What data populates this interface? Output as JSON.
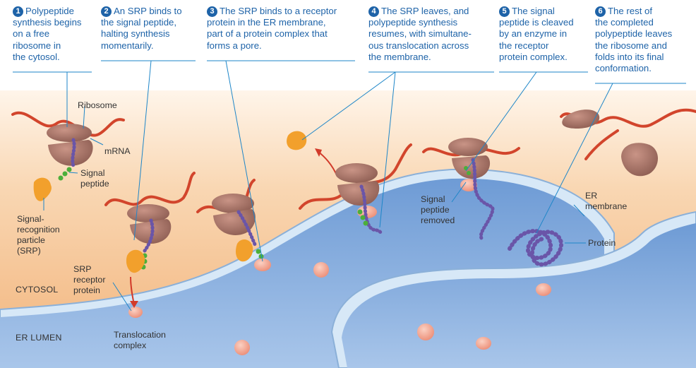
{
  "steps": [
    {
      "num": "1",
      "text": "Polypeptide\nsynthesis begins\non a free\nribosome in\nthe cytosol."
    },
    {
      "num": "2",
      "text": "An SRP binds to\nthe signal peptide,\nhalting synthesis\nmomentarily."
    },
    {
      "num": "3",
      "text": "The SRP binds to a receptor\nprotein in the ER membrane,\npart of a protein complex that\nforms a pore."
    },
    {
      "num": "4",
      "text": "The SRP leaves, and\npolypeptide synthesis\nresumes, with simultane-\nous translocation across\nthe membrane."
    },
    {
      "num": "5",
      "text": "The signal\npeptide is cleaved\nby an enzyme in\nthe receptor\nprotein complex."
    },
    {
      "num": "6",
      "text": "The rest of\nthe completed\npolypeptide leaves\nthe ribosome and\nfolds into its final\nconformation."
    }
  ],
  "labels": {
    "ribosome": "Ribosome",
    "mrna": "mRNA",
    "signal_peptide": "Signal\npeptide",
    "srp": "Signal-\nrecognition\nparticle\n(SRP)",
    "srp_receptor": "SRP\nreceptor\nprotein",
    "translocation_complex": "Translocation\ncomplex",
    "signal_peptide_removed": "Signal\npeptide\nremoved",
    "er_membrane": "ER\nmembrane",
    "protein": "Protein"
  },
  "regions": {
    "cytosol": "CYTOSOL",
    "er_lumen": "ER LUMEN"
  },
  "colors": {
    "step_text": "#1e63a8",
    "cytosol": "#f6c79a",
    "er_lumen": "#7ea7da",
    "membrane": "#cfe2f4",
    "ribosome": "#a8766b",
    "mrna": "#d2452c",
    "signal_peptide": "#4caf3a",
    "polypeptide": "#6a55a8",
    "srp": "#f2a02c",
    "pore": "#f2a48e",
    "leader_line": "#1e86c8"
  }
}
